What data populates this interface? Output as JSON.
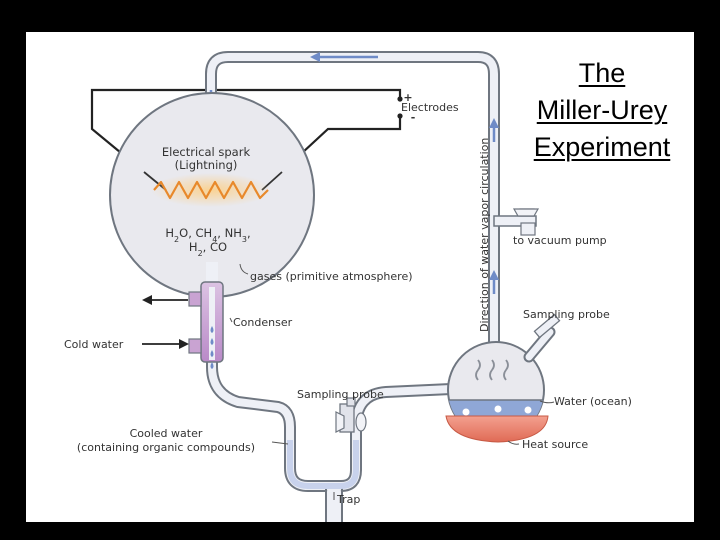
{
  "title_lines": [
    "The",
    "Miller-Urey",
    "Experiment"
  ],
  "labels": {
    "electrodes": "Electrodes",
    "plus": "+",
    "minus": "-",
    "spark_line1": "Electrical spark",
    "spark_line2": "(Lightning)",
    "gases": "gases (primitive atmosphere)",
    "condenser": "Condenser",
    "cold_water": "Cold water",
    "sampling_probe_top": "Sampling probe",
    "sampling_probe_mid": "Sampling probe",
    "cooled_water_line1": "Cooled water",
    "cooled_water_line2": "(containing organic compounds)",
    "trap": "Trap",
    "water_ocean": "Water (ocean)",
    "heat_source": "Heat source",
    "vacuum_pump": "to vacuum pump",
    "circulation": "Direction of water vapor circulation"
  },
  "molecules": {
    "line1": [
      {
        "t": "H"
      },
      {
        "t": "2",
        "sub": true
      },
      {
        "t": "O, CH"
      },
      {
        "t": "4",
        "sub": true
      },
      {
        "t": ", NH"
      },
      {
        "t": "3",
        "sub": true
      },
      {
        "t": ","
      }
    ],
    "line2": [
      {
        "t": "H"
      },
      {
        "t": "2",
        "sub": true
      },
      {
        "t": ", CO"
      }
    ]
  },
  "colors": {
    "tube_fill": "#eef0f6",
    "tube_stroke": "#6f7680",
    "flask_fill": "#e9e9ee",
    "condenser": "#c9a3d2",
    "arrow_blue": "#6f8bc7",
    "water": "#8fa7d6",
    "heat": "#e8826f",
    "spark": "#f0b24a"
  }
}
